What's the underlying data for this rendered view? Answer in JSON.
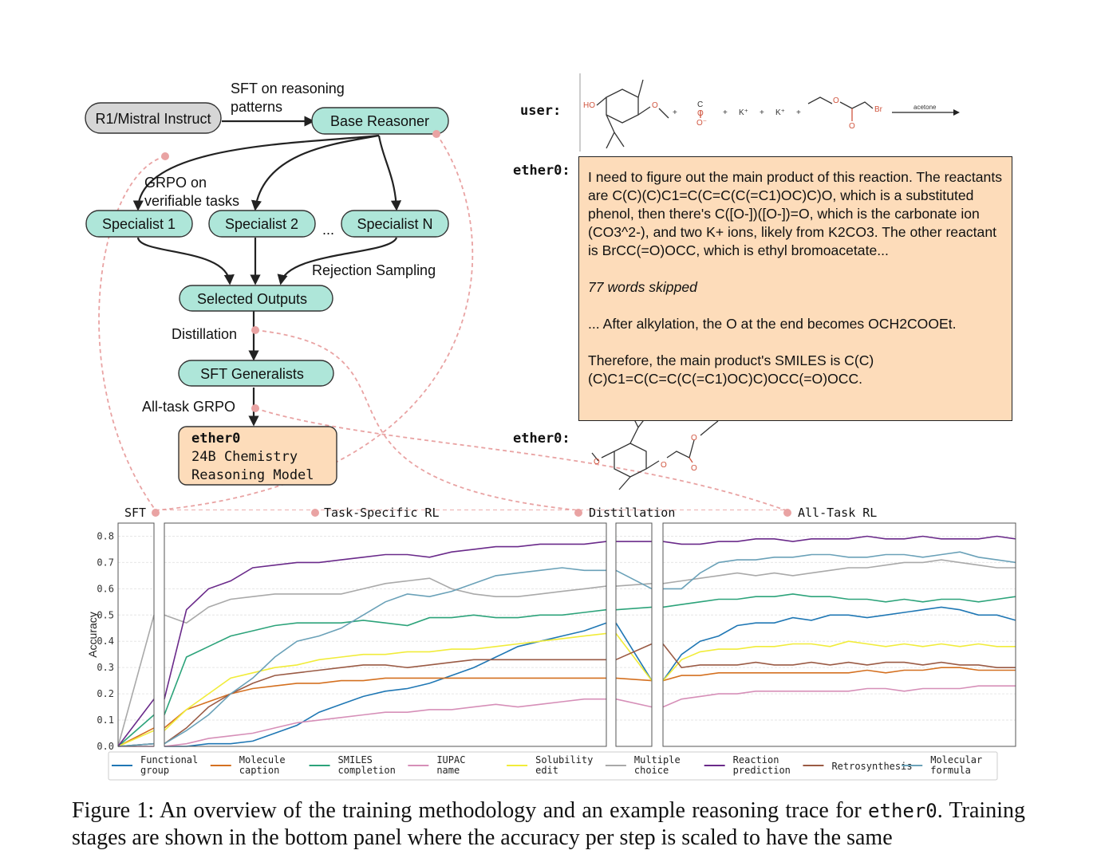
{
  "flow": {
    "sft_reasoning_label_line1": "SFT on reasoning",
    "sft_reasoning_label_line2": "patterns",
    "r1_mistral": "R1/Mistral Instruct",
    "base_reasoner": "Base Reasoner",
    "grpo_label_line1": "GRPO on",
    "grpo_label_line2": "verifiable tasks",
    "specialist_1": "Specialist 1",
    "specialist_2": "Specialist 2",
    "specialist_ellipsis": "...",
    "specialist_n": "Specialist N",
    "rejection_sampling": "Rejection Sampling",
    "selected_outputs": "Selected Outputs",
    "distillation": "Distillation",
    "sft_generalists": "SFT Generalists",
    "all_task_grpo": "All-task GRPO",
    "model_name": "ether0",
    "model_line2": "24B Chemistry",
    "model_line3": "Reasoning Model"
  },
  "conversation": {
    "user_label": "user:",
    "assistant_label": "ether0:",
    "reaction_condition": "acetone",
    "reaction_atoms": {
      "ho": "HO",
      "c": "C",
      "o_upper": "O",
      "o_sub": "O⁻",
      "k1": "K⁺",
      "k2": "K⁺",
      "br": "Br",
      "plus": "+"
    },
    "trace_paragraphs": [
      "I need to figure out the main product of this reaction. The reactants are C(C)(C)C1=C(C=C(C(=C1)OC)C)O, which is a substituted phenol, then there's C([O-])([O-])=O, which is the carbonate ion (CO3^2-), and two K+ ions, likely from K2CO3. The other reactant is BrCC(=O)OCC, which is ethyl bromoacetate...",
      "77 words skipped",
      "... After alkylation, the O at the end becomes OCH2COOEt.",
      "Therefore, the main product's SMILES is C(C)(C)C1=C(C=C(C(=C1)OC)C)OCC(=O)OCC."
    ]
  },
  "stages": {
    "sft": "SFT",
    "task_specific_rl": "Task-Specific RL",
    "distillation": "Distillation",
    "all_task_rl": "All-Task RL"
  },
  "chart_data": {
    "type": "line",
    "ylabel": "Accuracy",
    "ylim": [
      0,
      0.85
    ],
    "yticks": [
      "0.0",
      "0.1",
      "0.2",
      "0.3",
      "0.4",
      "0.5",
      "0.6",
      "0.7",
      "0.8"
    ],
    "grid": true,
    "legend_position": "bottom",
    "panels": [
      {
        "stage": "SFT",
        "x": [
          0,
          1
        ]
      },
      {
        "stage": "Task-Specific RL",
        "x": [
          0,
          1
        ]
      },
      {
        "stage": "Distillation",
        "x": [
          0,
          1
        ]
      },
      {
        "stage": "All-Task RL",
        "x": [
          0,
          1
        ]
      }
    ],
    "series": [
      {
        "name": "Functional group",
        "legend_lines": [
          "Functional",
          "group"
        ],
        "color": "#1f77b4",
        "sft": [
          0.0,
          0.01
        ],
        "task": [
          0.0,
          0.0,
          0.01,
          0.01,
          0.02,
          0.05,
          0.08,
          0.13,
          0.16,
          0.19,
          0.21,
          0.22,
          0.24,
          0.27,
          0.3,
          0.34,
          0.38,
          0.4,
          0.42,
          0.44,
          0.47
        ],
        "distill": [
          0.47,
          0.25
        ],
        "all": [
          0.25,
          0.35,
          0.4,
          0.42,
          0.46,
          0.47,
          0.47,
          0.49,
          0.48,
          0.5,
          0.5,
          0.49,
          0.5,
          0.51,
          0.52,
          0.53,
          0.52,
          0.5,
          0.5,
          0.48
        ]
      },
      {
        "name": "Molecule caption",
        "legend_lines": [
          "Molecule",
          "caption"
        ],
        "color": "#d47020",
        "sft": [
          0.0,
          0.07
        ],
        "task": [
          0.07,
          0.14,
          0.17,
          0.2,
          0.22,
          0.23,
          0.24,
          0.24,
          0.25,
          0.25,
          0.26,
          0.26,
          0.26,
          0.26,
          0.26,
          0.26,
          0.26,
          0.26,
          0.26,
          0.26,
          0.26
        ],
        "distill": [
          0.26,
          0.25
        ],
        "all": [
          0.25,
          0.27,
          0.27,
          0.28,
          0.28,
          0.28,
          0.28,
          0.28,
          0.28,
          0.28,
          0.28,
          0.29,
          0.28,
          0.29,
          0.29,
          0.3,
          0.3,
          0.29,
          0.29,
          0.29
        ]
      },
      {
        "name": "SMILES completion",
        "legend_lines": [
          "SMILES",
          "completion"
        ],
        "color": "#2ca37a",
        "sft": [
          0.0,
          0.12
        ],
        "task": [
          0.12,
          0.34,
          0.38,
          0.42,
          0.44,
          0.46,
          0.47,
          0.47,
          0.47,
          0.48,
          0.47,
          0.46,
          0.49,
          0.49,
          0.5,
          0.49,
          0.49,
          0.5,
          0.5,
          0.51,
          0.52
        ],
        "distill": [
          0.52,
          0.53
        ],
        "all": [
          0.53,
          0.54,
          0.55,
          0.56,
          0.56,
          0.57,
          0.57,
          0.58,
          0.57,
          0.57,
          0.56,
          0.56,
          0.55,
          0.56,
          0.55,
          0.56,
          0.56,
          0.55,
          0.56,
          0.57
        ]
      },
      {
        "name": "IUPAC name",
        "legend_lines": [
          "IUPAC",
          "name"
        ],
        "color": "#d68fb8",
        "sft": [
          0.0,
          0.0
        ],
        "task": [
          0.0,
          0.01,
          0.03,
          0.04,
          0.05,
          0.07,
          0.09,
          0.1,
          0.11,
          0.12,
          0.13,
          0.13,
          0.14,
          0.14,
          0.15,
          0.16,
          0.15,
          0.16,
          0.17,
          0.18,
          0.18
        ],
        "distill": [
          0.18,
          0.15
        ],
        "all": [
          0.15,
          0.18,
          0.19,
          0.2,
          0.2,
          0.21,
          0.21,
          0.21,
          0.21,
          0.21,
          0.21,
          0.22,
          0.22,
          0.21,
          0.22,
          0.22,
          0.22,
          0.23,
          0.23,
          0.23
        ]
      },
      {
        "name": "Solubility edit",
        "legend_lines": [
          "Solubility",
          "edit"
        ],
        "color": "#f1ec3a",
        "sft": [
          0.0,
          0.06
        ],
        "task": [
          0.06,
          0.14,
          0.2,
          0.26,
          0.28,
          0.3,
          0.31,
          0.33,
          0.34,
          0.35,
          0.35,
          0.36,
          0.36,
          0.37,
          0.37,
          0.38,
          0.39,
          0.4,
          0.41,
          0.42,
          0.43
        ],
        "distill": [
          0.43,
          0.25
        ],
        "all": [
          0.25,
          0.33,
          0.36,
          0.37,
          0.37,
          0.38,
          0.38,
          0.39,
          0.39,
          0.38,
          0.4,
          0.39,
          0.38,
          0.39,
          0.38,
          0.39,
          0.38,
          0.39,
          0.38,
          0.38
        ]
      },
      {
        "name": "Multiple choice",
        "legend_lines": [
          "Multiple",
          "choice"
        ],
        "color": "#a9a9a9",
        "sft": [
          0.0,
          0.5
        ],
        "task": [
          0.5,
          0.47,
          0.53,
          0.56,
          0.57,
          0.58,
          0.58,
          0.58,
          0.58,
          0.6,
          0.62,
          0.63,
          0.64,
          0.6,
          0.58,
          0.57,
          0.57,
          0.58,
          0.59,
          0.6,
          0.61
        ],
        "distill": [
          0.61,
          0.62
        ],
        "all": [
          0.62,
          0.63,
          0.64,
          0.65,
          0.66,
          0.65,
          0.66,
          0.65,
          0.66,
          0.67,
          0.68,
          0.68,
          0.69,
          0.7,
          0.7,
          0.71,
          0.7,
          0.69,
          0.68,
          0.68
        ]
      },
      {
        "name": "Reaction prediction",
        "legend_lines": [
          "Reaction",
          "prediction"
        ],
        "color": "#6a2a8a",
        "sft": [
          0.0,
          0.18
        ],
        "task": [
          0.18,
          0.52,
          0.6,
          0.63,
          0.68,
          0.69,
          0.7,
          0.7,
          0.71,
          0.72,
          0.73,
          0.73,
          0.72,
          0.74,
          0.75,
          0.76,
          0.76,
          0.77,
          0.77,
          0.77,
          0.78
        ],
        "distill": [
          0.78,
          0.78
        ],
        "all": [
          0.78,
          0.77,
          0.77,
          0.78,
          0.78,
          0.79,
          0.79,
          0.78,
          0.79,
          0.79,
          0.79,
          0.8,
          0.79,
          0.79,
          0.8,
          0.79,
          0.79,
          0.79,
          0.8,
          0.79
        ]
      },
      {
        "name": "Retrosynthesis",
        "legend_lines": [
          "Retrosynthesis"
        ],
        "color": "#9a5a44",
        "sft": [
          0.0,
          0.01
        ],
        "task": [
          0.01,
          0.07,
          0.15,
          0.2,
          0.24,
          0.27,
          0.28,
          0.29,
          0.3,
          0.31,
          0.31,
          0.3,
          0.31,
          0.32,
          0.33,
          0.33,
          0.33,
          0.33,
          0.33,
          0.33,
          0.33
        ],
        "distill": [
          0.33,
          0.39
        ],
        "all": [
          0.39,
          0.3,
          0.31,
          0.31,
          0.31,
          0.32,
          0.31,
          0.31,
          0.32,
          0.31,
          0.32,
          0.31,
          0.32,
          0.32,
          0.31,
          0.32,
          0.31,
          0.31,
          0.3,
          0.3
        ]
      },
      {
        "name": "Molecular formula",
        "legend_lines": [
          "Molecular",
          "formula"
        ],
        "color": "#6aa1b8",
        "sft": [
          0.0,
          0.01
        ],
        "task": [
          0.01,
          0.06,
          0.12,
          0.2,
          0.26,
          0.34,
          0.4,
          0.42,
          0.45,
          0.5,
          0.55,
          0.58,
          0.57,
          0.59,
          0.62,
          0.65,
          0.66,
          0.67,
          0.68,
          0.67,
          0.67
        ],
        "distill": [
          0.67,
          0.6
        ],
        "all": [
          0.6,
          0.6,
          0.66,
          0.7,
          0.71,
          0.71,
          0.72,
          0.72,
          0.73,
          0.73,
          0.72,
          0.72,
          0.73,
          0.73,
          0.72,
          0.73,
          0.74,
          0.72,
          0.71,
          0.7
        ]
      }
    ]
  },
  "caption": {
    "prefix": "Figure 1: An overview of the training methodology and an example reasoning trace for ",
    "model": "ether0",
    "suffix": ". Training stages are shown in the bottom panel where the accuracy per step is scaled to have the same"
  }
}
